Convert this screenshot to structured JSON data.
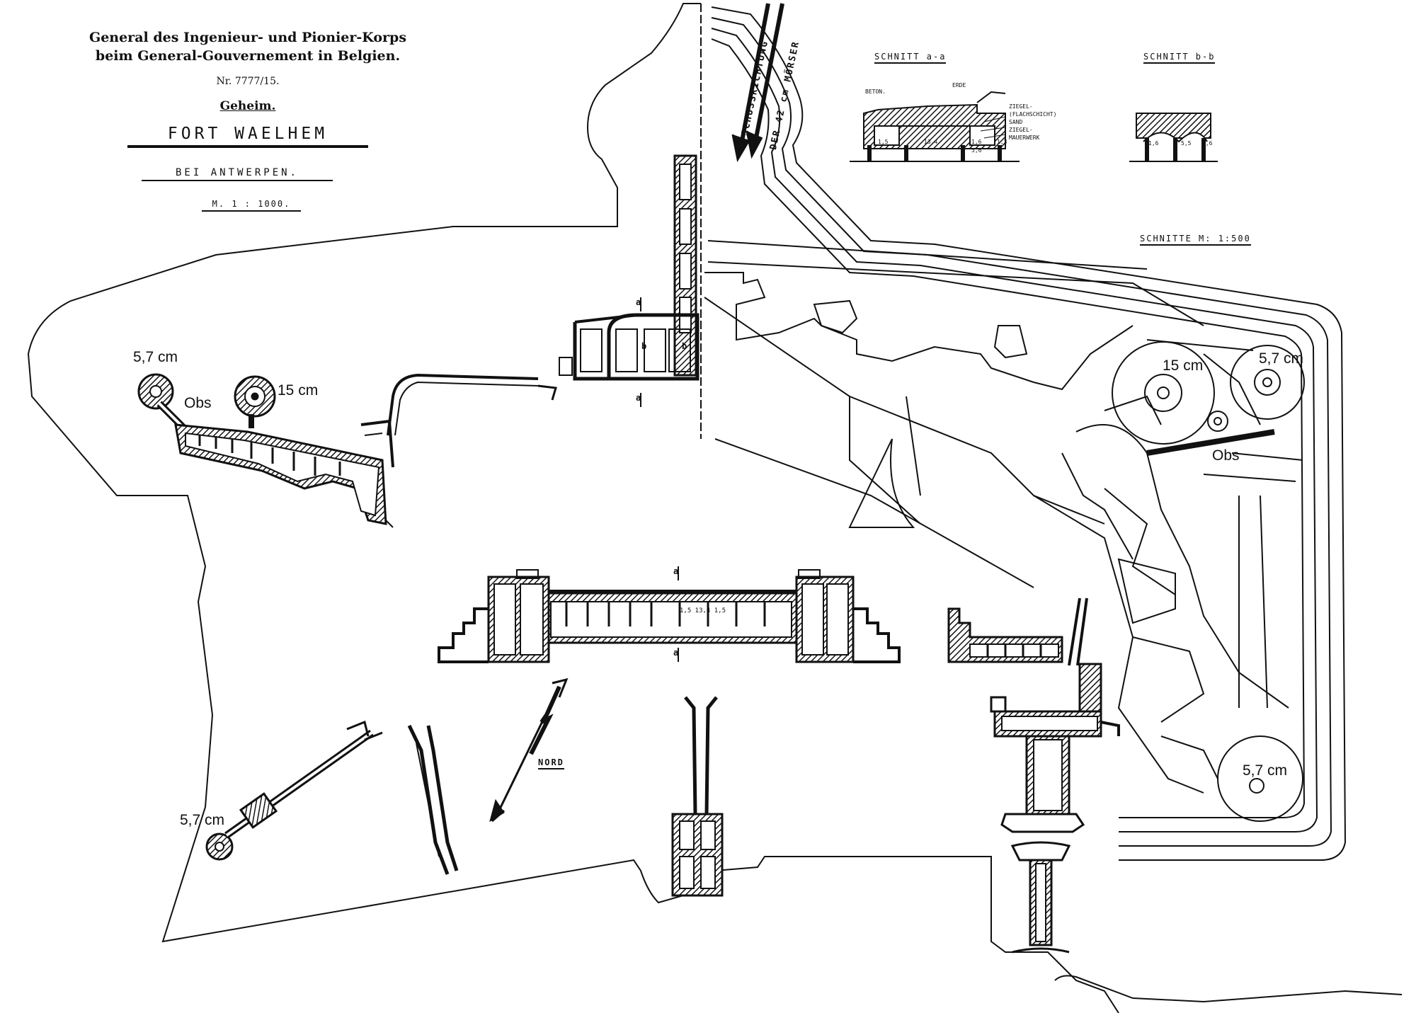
{
  "header": {
    "org_line1": "General des Ingenieur- und Pionier-Korps",
    "org_line2": "beim General-Gouvernement in Belgien.",
    "number": "Nr. 7777/15.",
    "classification": "Geheim.",
    "title": "FORT WAELHEM",
    "subtitle": "BEI ANTWERPEN.",
    "scale": "M. 1 : 1000."
  },
  "sections": {
    "a_title": "SCHNITT a-a",
    "b_title": "SCHNITT b-b",
    "scale": "SCHNITTE M: 1:500",
    "a_labels": {
      "beton": "BETON.",
      "erde": "ERDE",
      "ziegel_flach": "ZIEGEL-",
      "flachschicht": "(FLACHSCHICHT)",
      "sand": "SAND",
      "ziegel_mauer": "ZIEGEL-",
      "mauerwerk": "MAUERWERK",
      "dim1": "1,5",
      "dim2": "13,4",
      "dim3": "1,6",
      "dim4": "1,3",
      "dim5": "3,6"
    },
    "b_labels": {
      "dim1": "1,6",
      "dim2": "5,5",
      "dim3": "1,6"
    }
  },
  "firing_direction": {
    "line1": "SCHUSSRICHTUNG",
    "line2": "DER 42 cm MÖRSER"
  },
  "north": {
    "label": "NORD"
  },
  "barrack_dims": "1,5 13,4 1,5",
  "section_marks": {
    "a": "a",
    "b": "b"
  },
  "guns": [
    {
      "id": "west-57",
      "label": "5,7 cm"
    },
    {
      "id": "west-15",
      "label": "15 cm"
    },
    {
      "id": "west-obs",
      "label": "Obs"
    },
    {
      "id": "east-15",
      "label": "15 cm"
    },
    {
      "id": "east-57",
      "label": "5,7 cm"
    },
    {
      "id": "east-obs",
      "label": "Obs"
    },
    {
      "id": "southeast-57",
      "label": "5,7 cm"
    },
    {
      "id": "southwest-57",
      "label": "5,7 cm"
    }
  ]
}
